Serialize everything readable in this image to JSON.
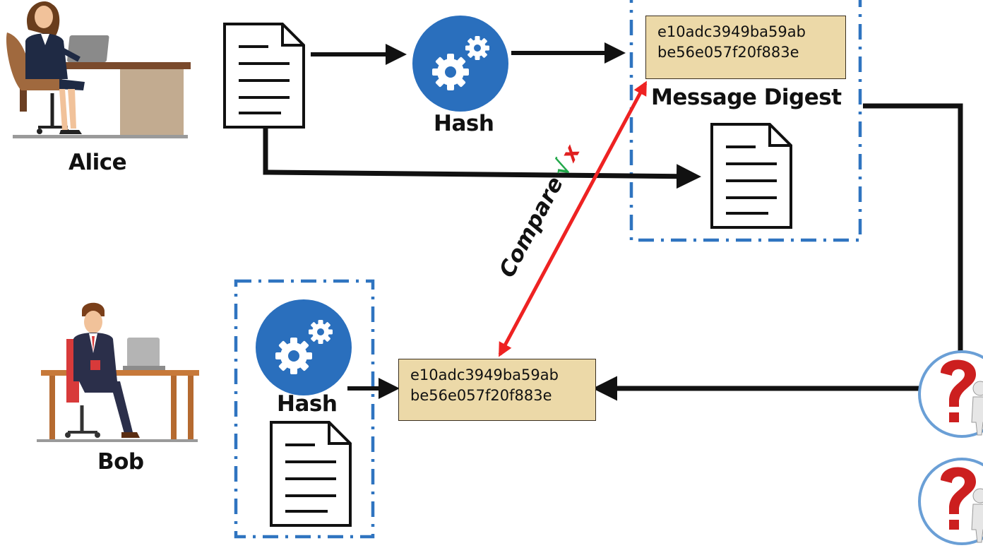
{
  "people": {
    "alice": "Alice",
    "bob": "Bob"
  },
  "hash_label_top": "Hash",
  "hash_label_bottom": "Hash",
  "digest_label": "Message Digest",
  "digest_top": [
    "e10adc3949ba59ab",
    "be56e057f20f883e"
  ],
  "digest_bottom": [
    "e10adc3949ba59ab",
    "be56e057f20f883e"
  ],
  "compare": {
    "text": "Compare",
    "match_mark": "√",
    "mismatch_mark": "x"
  },
  "colors": {
    "gear_blue": "#2a6fbd",
    "dash_border": "#2f74c0",
    "compare_arrow": "#ee2222",
    "digest_fill": "#ecd9a8",
    "match_green": "#22a84a",
    "mismatch_red": "#e02020",
    "question_red": "#cc1f1f"
  },
  "icons": [
    "woman-at-desk-icon",
    "man-at-desk-icon",
    "document-icon",
    "gears-icon",
    "question-mark-figure-icon"
  ]
}
